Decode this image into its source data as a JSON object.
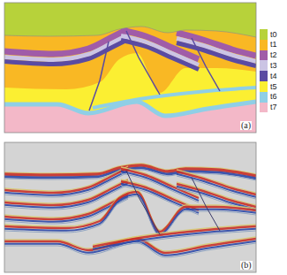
{
  "diagram": {
    "labels": [
      "(a)",
      "(b)"
    ],
    "legend": [
      {
        "text": "t0",
        "color": "#b7d23a"
      },
      {
        "text": "t1",
        "color": "#f9b824"
      },
      {
        "text": "t2",
        "color": "#a05ca8"
      },
      {
        "text": "t3",
        "color": "#cbc4e4"
      },
      {
        "text": "t4",
        "color": "#5a4ba2"
      },
      {
        "text": "t5",
        "color": "#fbef32"
      },
      {
        "text": "t6",
        "color": "#8fcfe6"
      },
      {
        "text": "t7",
        "color": "#f3b8c8"
      }
    ]
  }
}
